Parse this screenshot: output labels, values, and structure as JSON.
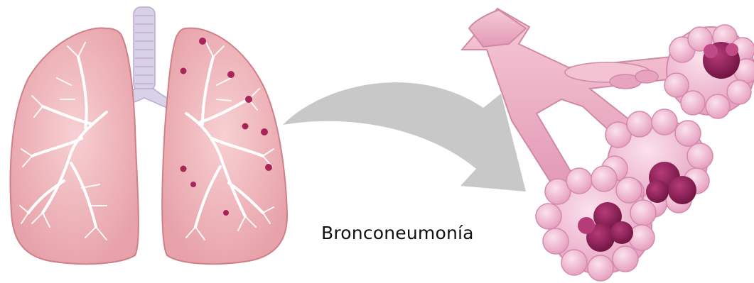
{
  "caption": "Bronconeumonía",
  "colors": {
    "lung_fill": "#f0b6ba",
    "lung_edge": "#d98a93",
    "bronchi": "#ffffff",
    "trachea": "#d7cfe6",
    "infection_spot": "#b0295d",
    "arrow": "#c9c9c9",
    "alveoli_fill": "#f1b8ce",
    "alveoli_edge": "#d98ab0",
    "inflamed_core": "#8e1f57"
  },
  "icons": {
    "lungs": "lungs-illustration",
    "arrow": "curved-arrow",
    "alveoli": "alveoli-cluster-illustration"
  }
}
